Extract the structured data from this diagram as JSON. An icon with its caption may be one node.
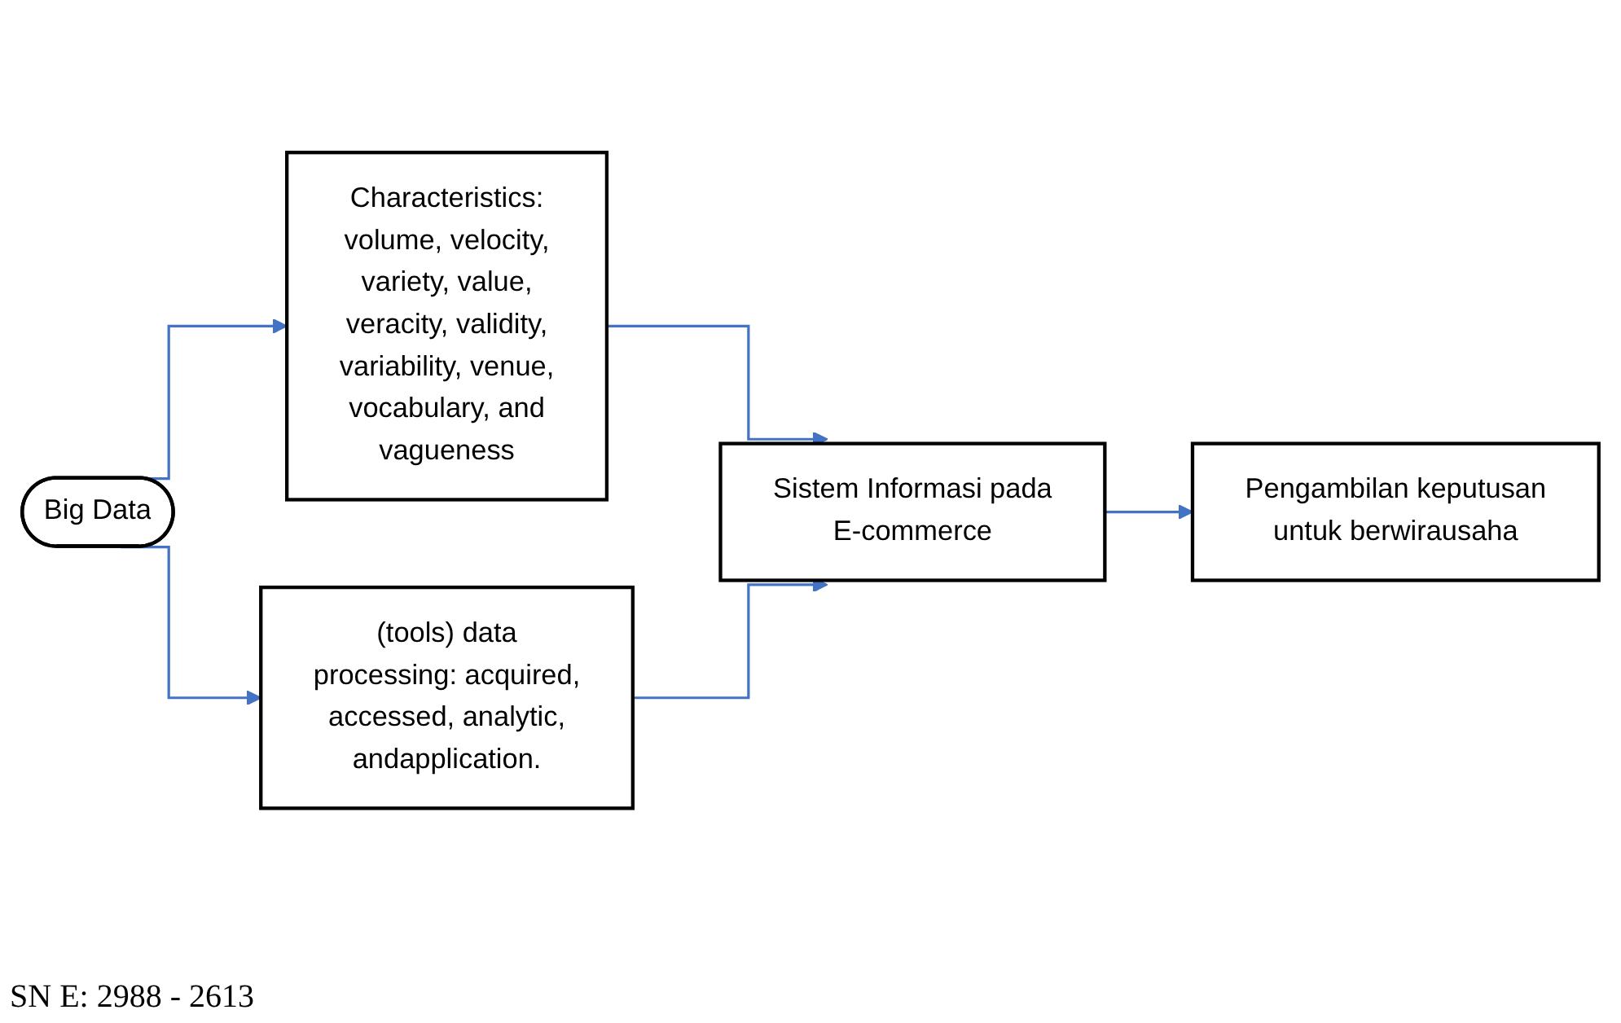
{
  "diagram": {
    "nodes": [
      {
        "text": [
          "Big Data"
        ]
      },
      {
        "text": [
          "Characteristics: volume, velocity, variety, value, veracity, validity, variability, venue, vocabulary, and vagueness"
        ]
      },
      {
        "text": [
          "(tools) data processing: acquired, accessed, analytic, andapplication."
        ]
      },
      {
        "text": [
          "Sistem Informasi pada E-commerce"
        ]
      },
      {
        "text": [
          "Pengambilan keputusan untuk berwirausaha"
        ]
      }
    ],
    "edges": [
      {
        "from": 0,
        "to": 1,
        "arrow": "to"
      },
      {
        "from": 0,
        "to": 2,
        "arrow": "to"
      },
      {
        "from": 1,
        "to": 3,
        "arrow": "to"
      },
      {
        "from": 2,
        "to": 3,
        "arrow": "to"
      },
      {
        "from": 3,
        "to": 4,
        "arrow": "to"
      }
    ],
    "labels": [
      "SN E: 2988 - 2613"
    ]
  }
}
